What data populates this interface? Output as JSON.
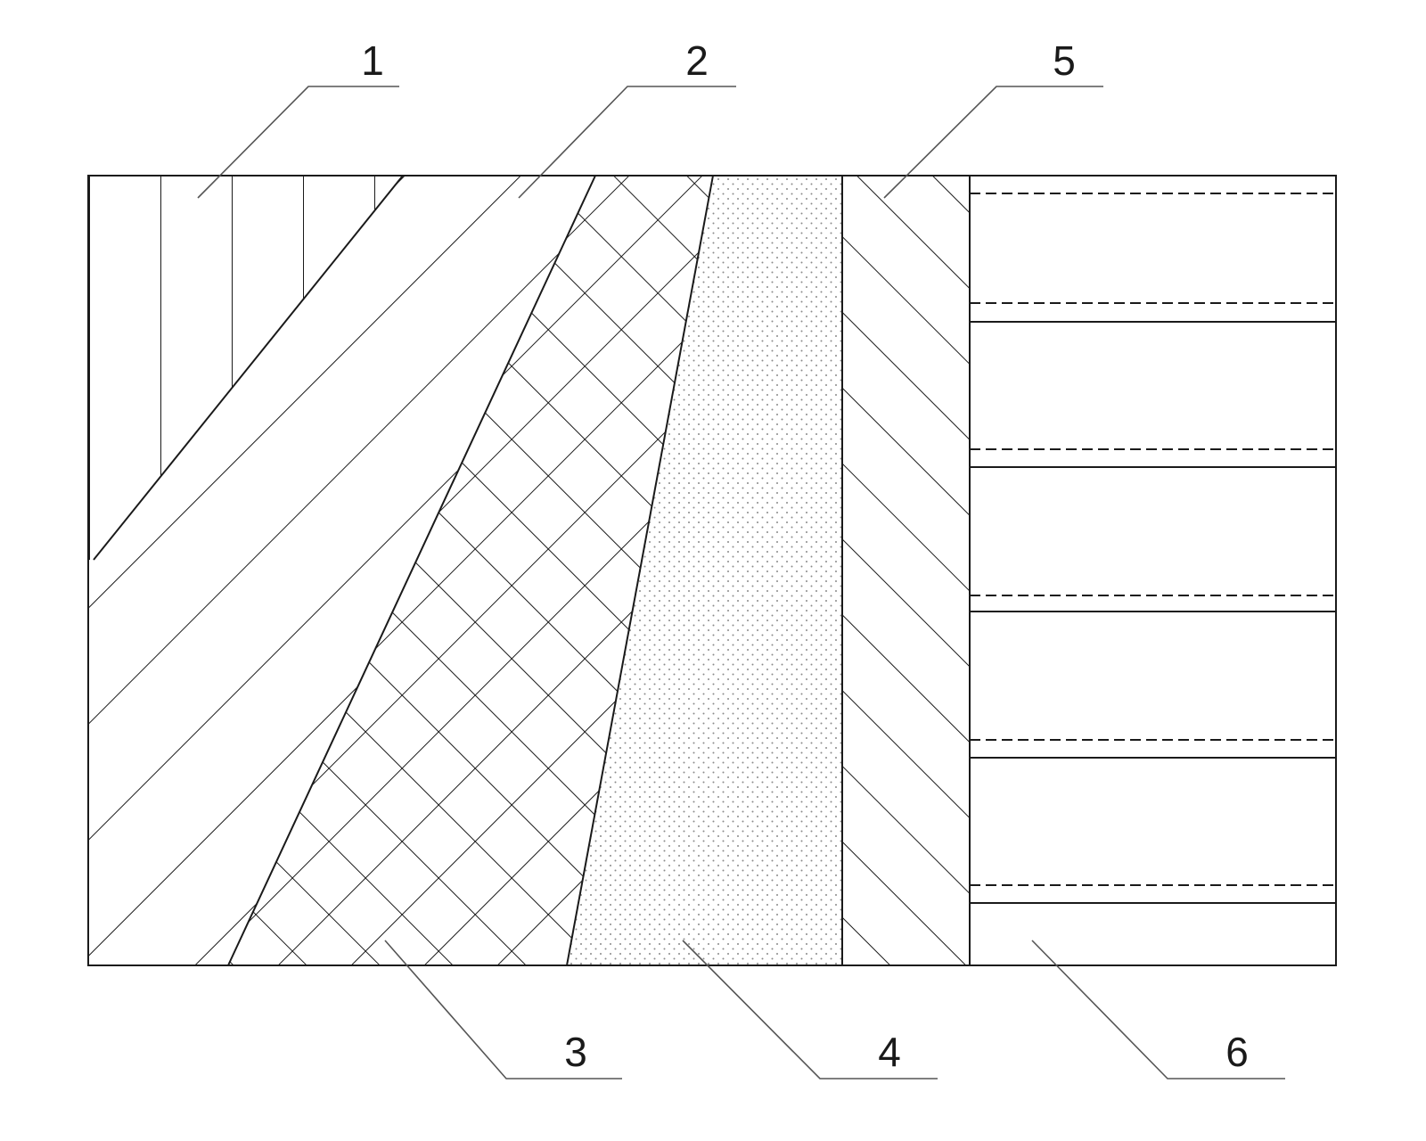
{
  "diagram": {
    "callouts": [
      {
        "label": "1"
      },
      {
        "label": "2"
      },
      {
        "label": "5"
      },
      {
        "label": "3"
      },
      {
        "label": "4"
      },
      {
        "label": "6"
      }
    ],
    "colors": {
      "line": "#1a1a1a",
      "dots": "#8a8a8a",
      "background": "#ffffff"
    }
  }
}
